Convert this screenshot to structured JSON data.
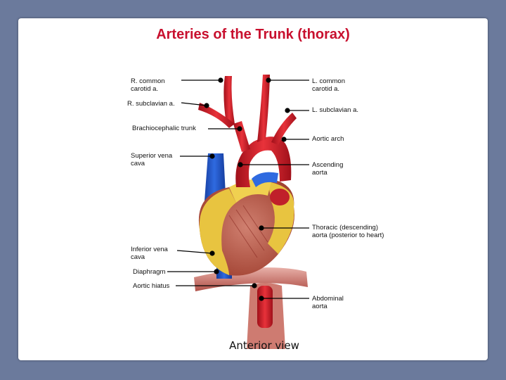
{
  "title": "Arteries of the Trunk (thorax)",
  "caption": "Anterior view",
  "labels": {
    "r_common_carotid": "R. common\ncarotid a.",
    "l_common_carotid": "L. common\ncarotid a.",
    "r_subclavian": "R. subclavian a.",
    "l_subclavian": "L. subclavian a.",
    "brachiocephalic_trunk": "Brachiocephalic trunk",
    "aortic_arch": "Aortic arch",
    "superior_vena_cava": "Superior vena\ncava",
    "ascending_aorta": "Ascending\naorta",
    "thoracic_aorta": "Thoracic (descending)\naorta (posterior to heart)",
    "inferior_vena_cava": "Inferior vena\ncava",
    "diaphragm": "Diaphragm",
    "aortic_hiatus": "Aortic hiatus",
    "abdominal_aorta": "Abdominal\naorta"
  },
  "colors": {
    "background": "#6b7a9c",
    "title": "#c8102e",
    "artery": "#d4202a",
    "vein": "#1f4fc0",
    "fat": "#e8c440",
    "muscle": "#c86a5a"
  }
}
